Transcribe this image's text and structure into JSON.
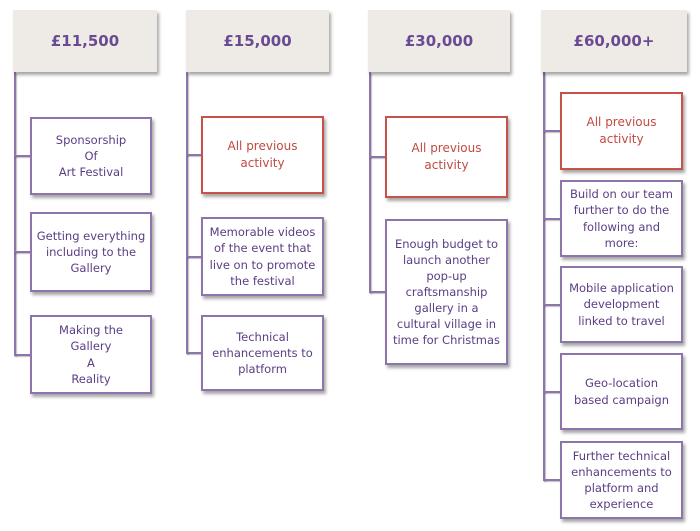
{
  "tiers": [
    {
      "amount": "£11,500",
      "items": [
        {
          "text": "Sponsorship\nOf\nArt Festival",
          "highlight": false
        },
        {
          "text": "Getting everything including to the Gallery",
          "highlight": false
        },
        {
          "text": "Making the\nGallery\nA\nReality",
          "highlight": false
        }
      ]
    },
    {
      "amount": "£15,000",
      "items": [
        {
          "text": "All previous activity",
          "highlight": true
        },
        {
          "text": "Memorable videos of the event that live on to promote the festival",
          "highlight": false
        },
        {
          "text": "Technical enhancements to platform",
          "highlight": false
        }
      ]
    },
    {
      "amount": "£30,000",
      "items": [
        {
          "text": "All previous activity",
          "highlight": true
        },
        {
          "text": "Enough budget to launch another pop-up craftsmanship gallery in a cultural village in time for Christmas",
          "highlight": false
        }
      ]
    },
    {
      "amount": "£60,000+",
      "items": [
        {
          "text": "All previous activity",
          "highlight": true
        },
        {
          "text": "Build on our team further to do the following and more:",
          "highlight": false
        },
        {
          "text": "Mobile application development linked to travel",
          "highlight": false
        },
        {
          "text": "Geo-location based campaign",
          "highlight": false
        },
        {
          "text": "Further technical enhancements to platform and experience",
          "highlight": false
        }
      ]
    }
  ]
}
